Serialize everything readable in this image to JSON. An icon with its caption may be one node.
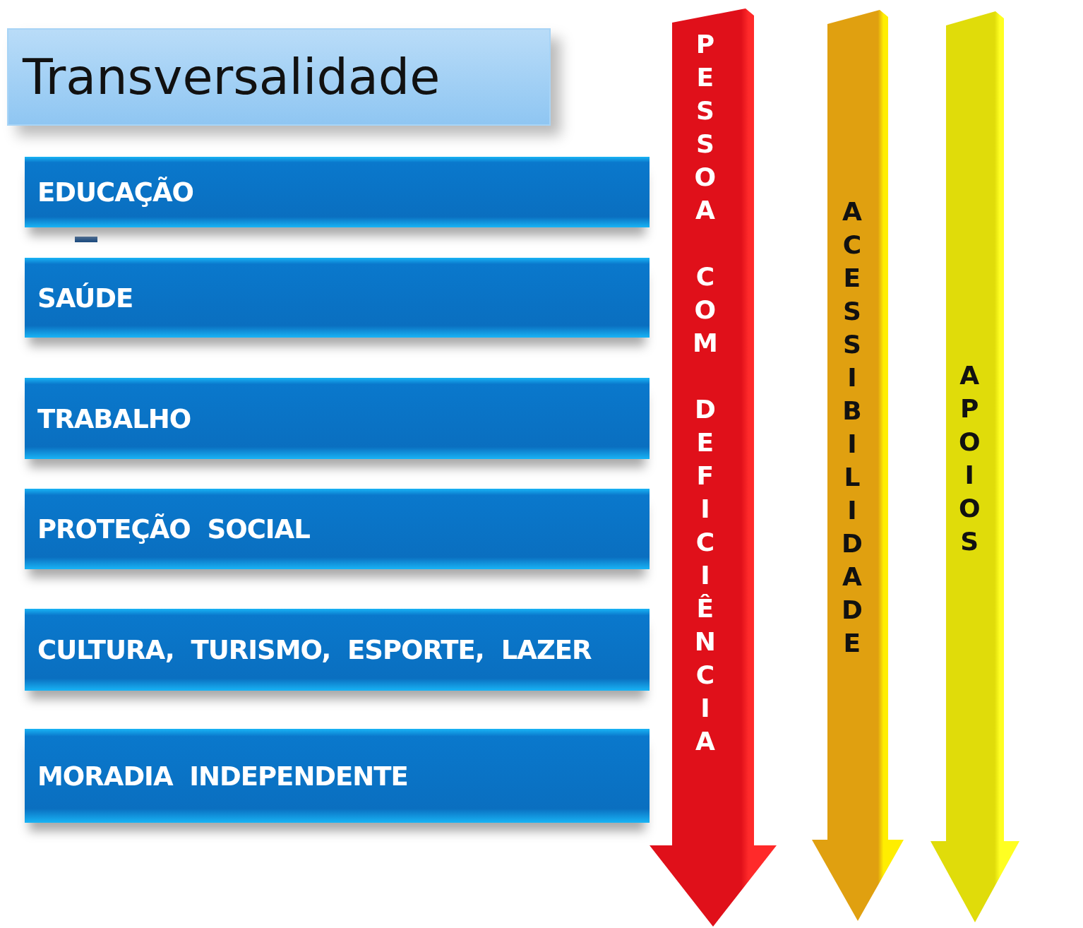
{
  "diagram": {
    "title": "Transversalidade",
    "nodes": [
      {
        "text": [
          "EDUCAÇÃO"
        ]
      },
      {
        "text": [
          "SAÚDE"
        ]
      },
      {
        "text": [
          "TRABALHO"
        ]
      },
      {
        "text": [
          "PROTEÇÃO  SOCIAL"
        ]
      },
      {
        "text": [
          "CULTURA,  TURISMO,  ESPORTE,  LAZER"
        ]
      },
      {
        "text": [
          "MORADIA  INDEPENDENTE"
        ]
      },
      {
        "text": [
          "PESSOA COM DEFICIÊNCIA"
        ]
      },
      {
        "text": [
          "ACESSIBILIDADE"
        ]
      },
      {
        "text": [
          "APOIOS"
        ]
      }
    ]
  }
}
